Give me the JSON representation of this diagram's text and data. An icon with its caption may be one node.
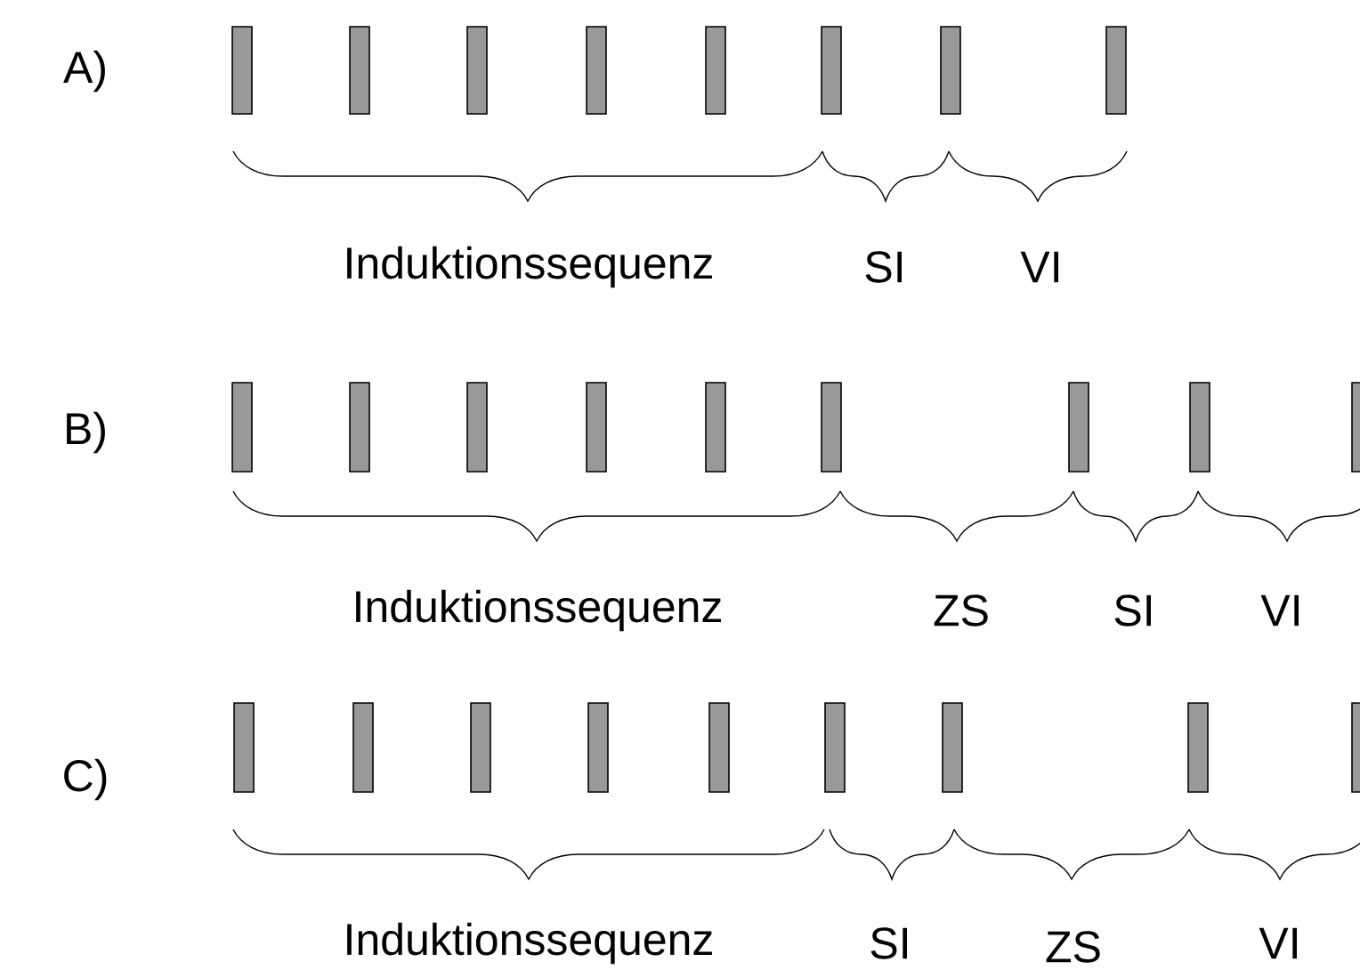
{
  "diagram": {
    "labels": [
      "A)",
      "Induktionssequenz",
      "SI",
      "VI",
      "B)",
      "Induktionssequenz",
      "ZS",
      "SI",
      "VI",
      "C)",
      "Induktionssequenz",
      "SI",
      "ZS",
      "VI"
    ]
  }
}
